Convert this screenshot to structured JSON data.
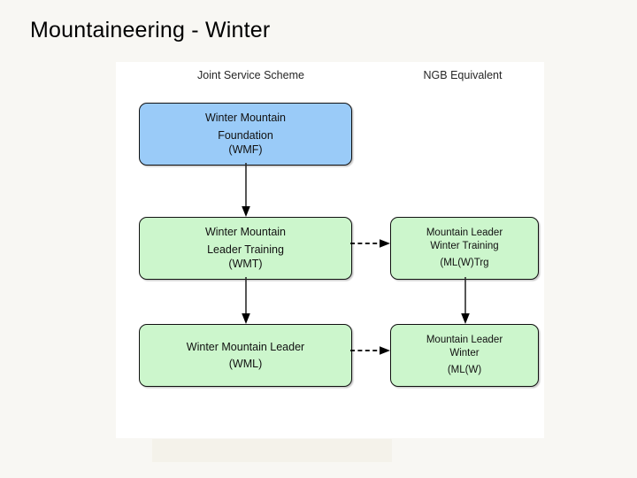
{
  "slide": {
    "title": "Mountaineering - Winter"
  },
  "diagram": {
    "type": "flowchart",
    "columns": [
      {
        "id": "joint-service-scheme",
        "label": "Joint Service Scheme"
      },
      {
        "id": "ngb-equivalent",
        "label": "NGB Equivalent"
      }
    ],
    "colors": {
      "foundation_fill": "#9acbf8",
      "award_fill": "#ccf6cc",
      "border": "#111111",
      "panel_background": "#ffffff",
      "slide_background": "#f8f7f3"
    },
    "nodes": [
      {
        "id": "wmf",
        "column": "joint-service-scheme",
        "fill": "#9acbf8",
        "lines": [
          "Winter Mountain",
          "Foundation",
          "(WMF)"
        ]
      },
      {
        "id": "wmt",
        "column": "joint-service-scheme",
        "fill": "#ccf6cc",
        "lines": [
          "Winter Mountain",
          "Leader Training",
          "(WMT)"
        ]
      },
      {
        "id": "wml",
        "column": "joint-service-scheme",
        "fill": "#ccf6cc",
        "lines": [
          "Winter Mountain Leader",
          "(WML)"
        ]
      },
      {
        "id": "mlwtrg",
        "column": "ngb-equivalent",
        "fill": "#ccf6cc",
        "lines": [
          "Mountain Leader",
          "Winter Training",
          "(ML(W)Trg"
        ]
      },
      {
        "id": "mlw",
        "column": "ngb-equivalent",
        "fill": "#ccf6cc",
        "lines": [
          "Mountain Leader",
          "Winter",
          "(ML(W)"
        ]
      }
    ],
    "connectors": [
      {
        "id": "wmf-to-wmt",
        "from": "wmf",
        "to": "wmt",
        "style": "solid",
        "direction": "down"
      },
      {
        "id": "wmt-to-wml",
        "from": "wmt",
        "to": "wml",
        "style": "solid",
        "direction": "down"
      },
      {
        "id": "wmt-to-mlwtrg",
        "from": "wmt",
        "to": "mlwtrg",
        "style": "dashed",
        "direction": "right"
      },
      {
        "id": "mlwtrg-to-mlw",
        "from": "mlwtrg",
        "to": "mlw",
        "style": "solid",
        "direction": "down"
      },
      {
        "id": "wml-to-mlw",
        "from": "wml",
        "to": "mlw",
        "style": "dashed",
        "direction": "right"
      }
    ]
  }
}
